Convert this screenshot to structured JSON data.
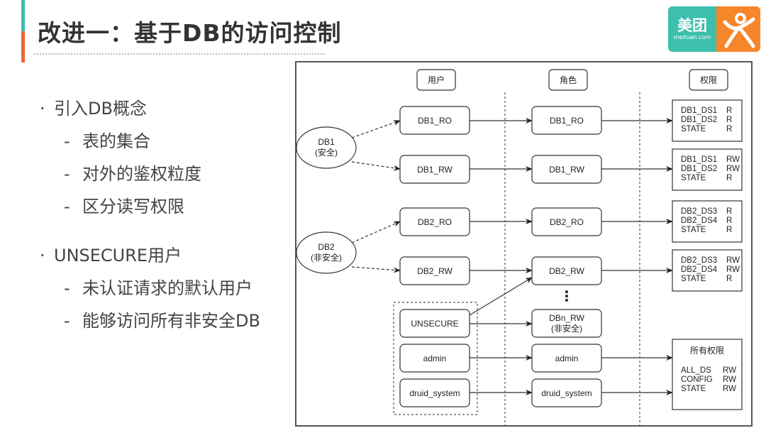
{
  "slide": {
    "title": "改进一：基于DB的访问控制",
    "accent_colors": {
      "teal": "#3dbfae",
      "orange": "#f0653a"
    }
  },
  "logo": {
    "cn_text": "美团",
    "en_text": "meituan.com",
    "icon": "running-person-icon",
    "colors": {
      "left": "#3dbfae",
      "right": "#f7862b"
    }
  },
  "bullets": [
    {
      "text": "引入DB概念",
      "subs": [
        "表的集合",
        "对外的鉴权粒度",
        "区分读写权限"
      ]
    },
    {
      "text": "UNSECURE用户",
      "subs": [
        "未认证请求的默认用户",
        "能够访问所有非安全DB"
      ]
    }
  ],
  "bullet_symbol": "·",
  "sub_symbol": "-",
  "diagram": {
    "column_headers": {
      "users": "用户",
      "roles": "角色",
      "permissions": "权限"
    },
    "databases": {
      "db1": {
        "name": "DB1",
        "note": "(安全)"
      },
      "db2": {
        "name": "DB2",
        "note": "(非安全)"
      }
    },
    "users": {
      "db1_ro": "DB1_RO",
      "db1_rw": "DB1_RW",
      "db2_ro": "DB2_RO",
      "db2_rw": "DB2_RW",
      "unsecure": "UNSECURE",
      "admin": "admin",
      "druid_system": "druid_system"
    },
    "roles": {
      "db1_ro": "DB1_RO",
      "db1_rw": "DB1_RW",
      "db2_ro": "DB2_RO",
      "db2_rw": "DB2_RW",
      "ellipsis": "⋮",
      "dbn_rw": "DBn_RW",
      "dbn_rw_note": "(非安全)",
      "admin": "admin",
      "druid_system": "druid_system"
    },
    "permissions": {
      "db1_ro": [
        [
          "DB1_DS1",
          "R"
        ],
        [
          "DB1_DS2",
          "R"
        ],
        [
          "STATE",
          "R"
        ]
      ],
      "db1_rw": [
        [
          "DB1_DS1",
          "RW"
        ],
        [
          "DB1_DS2",
          "RW"
        ],
        [
          "STATE",
          "R"
        ]
      ],
      "db2_ro": [
        [
          "DB2_DS3",
          "R"
        ],
        [
          "DB2_DS4",
          "R"
        ],
        [
          "STATE",
          "R"
        ]
      ],
      "db2_rw": [
        [
          "DB2_DS3",
          "RW"
        ],
        [
          "DB2_DS4",
          "RW"
        ],
        [
          "STATE",
          "R"
        ]
      ],
      "all_title": "所有权限",
      "all": [
        [
          "ALL_DS",
          "RW"
        ],
        [
          "CONFIG",
          "RW"
        ],
        [
          "STATE",
          "RW"
        ]
      ]
    }
  }
}
